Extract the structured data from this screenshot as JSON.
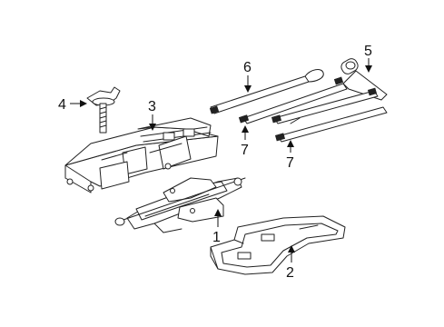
{
  "diagram": {
    "callouts": [
      {
        "id": "1",
        "label": "1"
      },
      {
        "id": "2",
        "label": "2"
      },
      {
        "id": "3",
        "label": "3"
      },
      {
        "id": "4",
        "label": "4"
      },
      {
        "id": "5",
        "label": "5"
      },
      {
        "id": "6",
        "label": "6"
      },
      {
        "id": "7a",
        "label": "7"
      },
      {
        "id": "7b",
        "label": "7"
      }
    ],
    "line_color": "#222222",
    "background": "#ffffff"
  }
}
